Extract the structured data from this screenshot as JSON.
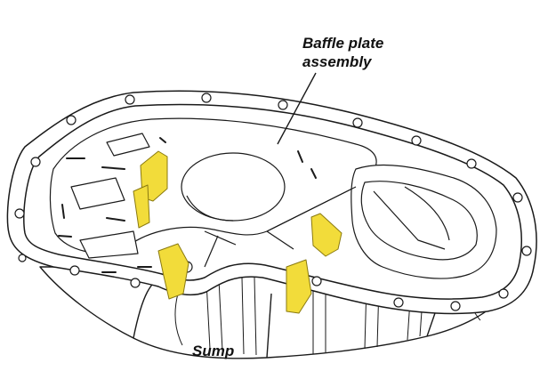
{
  "labels": {
    "baffle_line1": "Baffle plate",
    "baffle_line2": "assembly",
    "sump": "Sump"
  },
  "colors": {
    "outline": "#1a1a1a",
    "pan_fill": "#ffffff",
    "highlight": "#f2dc3a",
    "highlight_stroke": "#8a7a10"
  }
}
